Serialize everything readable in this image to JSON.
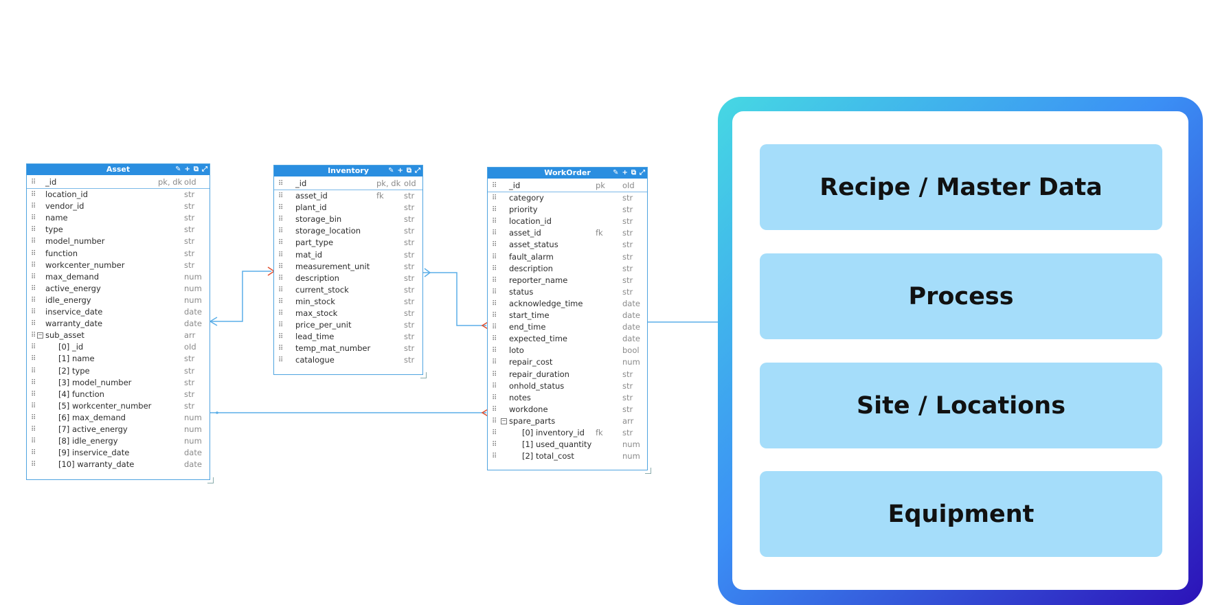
{
  "entities": [
    {
      "id": "asset",
      "title": "Asset",
      "fields": [
        {
          "name": "_id",
          "key": "pk, dk",
          "type": "oId",
          "pk": true
        },
        {
          "name": "location_id",
          "key": "",
          "type": "str"
        },
        {
          "name": "vendor_id",
          "key": "",
          "type": "str"
        },
        {
          "name": "name",
          "key": "",
          "type": "str"
        },
        {
          "name": "type",
          "key": "",
          "type": "str"
        },
        {
          "name": "model_number",
          "key": "",
          "type": "str"
        },
        {
          "name": "function",
          "key": "",
          "type": "str"
        },
        {
          "name": "workcenter_number",
          "key": "",
          "type": "str"
        },
        {
          "name": "max_demand",
          "key": "",
          "type": "num"
        },
        {
          "name": "active_energy",
          "key": "",
          "type": "num"
        },
        {
          "name": "idle_energy",
          "key": "",
          "type": "num"
        },
        {
          "name": "inservice_date",
          "key": "",
          "type": "date"
        },
        {
          "name": "warranty_date",
          "key": "",
          "type": "date"
        },
        {
          "name": "sub_asset",
          "key": "",
          "type": "arr",
          "toggle": "−"
        },
        {
          "name": "[0] _id",
          "key": "",
          "type": "oId",
          "child": true
        },
        {
          "name": "[1] name",
          "key": "",
          "type": "str",
          "child": true
        },
        {
          "name": "[2] type",
          "key": "",
          "type": "str",
          "child": true
        },
        {
          "name": "[3] model_number",
          "key": "",
          "type": "str",
          "child": true
        },
        {
          "name": "[4] function",
          "key": "",
          "type": "str",
          "child": true
        },
        {
          "name": "[5] workcenter_number",
          "key": "",
          "type": "str",
          "child": true
        },
        {
          "name": "[6] max_demand",
          "key": "",
          "type": "num",
          "child": true
        },
        {
          "name": "[7] active_energy",
          "key": "",
          "type": "num",
          "child": true
        },
        {
          "name": "[8] idle_energy",
          "key": "",
          "type": "num",
          "child": true
        },
        {
          "name": "[9] inservice_date",
          "key": "",
          "type": "date",
          "child": true
        },
        {
          "name": "[10] warranty_date",
          "key": "",
          "type": "date",
          "child": true
        }
      ]
    },
    {
      "id": "inventory",
      "title": "Inventory",
      "fields": [
        {
          "name": "_id",
          "key": "pk, dk",
          "type": "oId",
          "pk": true
        },
        {
          "name": "asset_id",
          "key": "fk",
          "type": "str"
        },
        {
          "name": "plant_id",
          "key": "",
          "type": "str"
        },
        {
          "name": "storage_bin",
          "key": "",
          "type": "str"
        },
        {
          "name": "storage_location",
          "key": "",
          "type": "str"
        },
        {
          "name": "part_type",
          "key": "",
          "type": "str"
        },
        {
          "name": "mat_id",
          "key": "",
          "type": "str"
        },
        {
          "name": "measurement_unit",
          "key": "",
          "type": "str"
        },
        {
          "name": "description",
          "key": "",
          "type": "str"
        },
        {
          "name": "current_stock",
          "key": "",
          "type": "str"
        },
        {
          "name": "min_stock",
          "key": "",
          "type": "str"
        },
        {
          "name": "max_stock",
          "key": "",
          "type": "str"
        },
        {
          "name": "price_per_unit",
          "key": "",
          "type": "str"
        },
        {
          "name": "lead_time",
          "key": "",
          "type": "str"
        },
        {
          "name": "temp_mat_number",
          "key": "",
          "type": "str"
        },
        {
          "name": "catalogue",
          "key": "",
          "type": "str"
        }
      ]
    },
    {
      "id": "workorder",
      "title": "WorkOrder",
      "fields": [
        {
          "name": "_id",
          "key": "pk",
          "type": "oId",
          "pk": true
        },
        {
          "name": "category",
          "key": "",
          "type": "str"
        },
        {
          "name": "priority",
          "key": "",
          "type": "str"
        },
        {
          "name": "location_id",
          "key": "",
          "type": "str"
        },
        {
          "name": "asset_id",
          "key": "fk",
          "type": "str"
        },
        {
          "name": "asset_status",
          "key": "",
          "type": "str"
        },
        {
          "name": "fault_alarm",
          "key": "",
          "type": "str"
        },
        {
          "name": "description",
          "key": "",
          "type": "str"
        },
        {
          "name": "reporter_name",
          "key": "",
          "type": "str"
        },
        {
          "name": "status",
          "key": "",
          "type": "str"
        },
        {
          "name": "acknowledge_time",
          "key": "",
          "type": "date"
        },
        {
          "name": "start_time",
          "key": "",
          "type": "date"
        },
        {
          "name": "end_time",
          "key": "",
          "type": "date"
        },
        {
          "name": "expected_time",
          "key": "",
          "type": "date"
        },
        {
          "name": "loto",
          "key": "",
          "type": "bool"
        },
        {
          "name": "repair_cost",
          "key": "",
          "type": "num"
        },
        {
          "name": "repair_duration",
          "key": "",
          "type": "str"
        },
        {
          "name": "onhold_status",
          "key": "",
          "type": "str"
        },
        {
          "name": "notes",
          "key": "",
          "type": "str"
        },
        {
          "name": "workdone",
          "key": "",
          "type": "str"
        },
        {
          "name": "spare_parts",
          "key": "",
          "type": "arr",
          "toggle": "−"
        },
        {
          "name": "[0] inventory_id",
          "key": "fk",
          "type": "str",
          "child": true
        },
        {
          "name": "[1] used_quantity",
          "key": "",
          "type": "num",
          "child": true
        },
        {
          "name": "[2] total_cost",
          "key": "",
          "type": "num",
          "child": true
        }
      ]
    }
  ],
  "entity_icons": [
    "pin-icon",
    "plus-icon",
    "open-external-icon",
    "expand-icon"
  ],
  "panel": {
    "items": [
      "Recipe / Master Data",
      "Process",
      "Site / Locations",
      "Equipment"
    ]
  },
  "colors": {
    "header": "#2a8ee0",
    "link_line": "#5aaee8",
    "crow_red": "#e2502f",
    "panel_gradient": [
      "#46d8e3",
      "#3b8ff5",
      "#2c12b8"
    ],
    "panel_box": "#a5ddfa"
  }
}
